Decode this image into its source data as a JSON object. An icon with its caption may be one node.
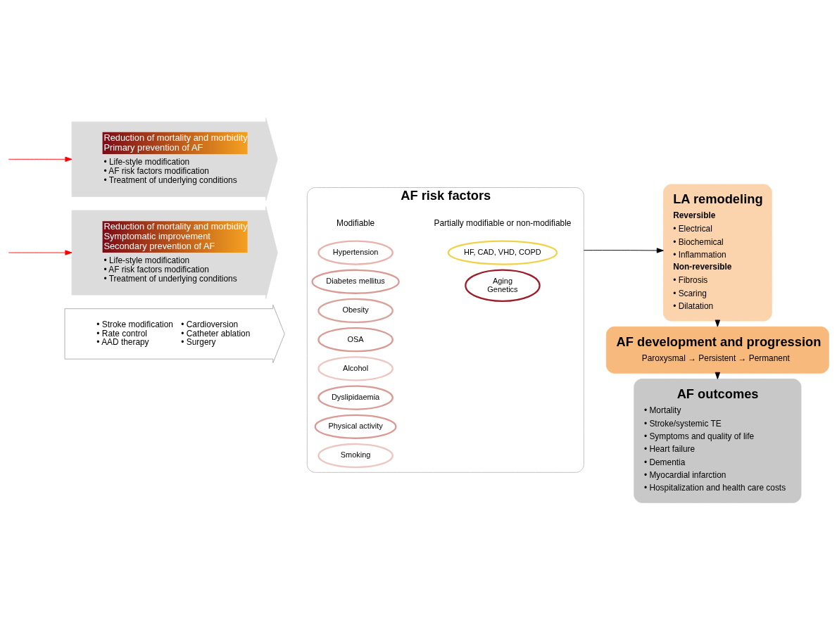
{
  "diagram": {
    "nodes": [
      {
        "text": [
          "AF risk factors"
        ]
      },
      {
        "text": [
          "Hypertension"
        ],
        "in": 0
      },
      {
        "text": [
          "Diabetes mellitus"
        ],
        "in": 0
      },
      {
        "text": [
          "Obesity"
        ],
        "in": 0
      },
      {
        "text": [
          "OSA"
        ],
        "in": 0
      },
      {
        "text": [
          "Alcohol"
        ],
        "in": 0
      },
      {
        "text": [
          "Dyslipidaemia"
        ],
        "in": 0
      },
      {
        "text": [
          "Physical activity"
        ],
        "in": 0
      },
      {
        "text": [
          "Smoking"
        ],
        "in": 0
      },
      {
        "text": [
          "HF, CAD, VHD, COPD"
        ],
        "in": 0
      },
      {
        "text": [
          "Aging",
          "Genetics"
        ],
        "in": 0
      },
      {
        "text": [
          "LA remodeling",
          "Reversible",
          "• Electrical",
          "• Biochemical",
          "• Inflammation",
          "Non-reversible",
          "• Fibrosis",
          "• Scaring",
          "• Dilatation"
        ]
      },
      {
        "text": [
          "AF development and progression",
          "Paroxysmal → Persistent → Permanent"
        ]
      },
      {
        "text": [
          "AF outcomes",
          "• Mortality",
          "• Stroke/systemic TE",
          "• Symptoms and quality of life",
          "• Heart failure",
          "• Dementia",
          "• Myocardial infarction",
          "• Hospitalization and health care costs"
        ]
      },
      {
        "text": [
          "Reduction of mortality and morbidity",
          "Primary prevention of AF",
          "• Life-style modification",
          "• AF risk factors modification",
          "• Treatment of underlying conditions"
        ]
      },
      {
        "text": [
          "Reduction of mortality and morbidity",
          "Symptomatic improvement",
          "Secondary prevention of AF",
          "• Life-style modification",
          "• AF risk factors modification",
          "• Treatment of underlying conditions"
        ]
      },
      {
        "text": [
          "• Stroke modification",
          "• Rate control",
          "• AAD therapy",
          "• Cardioversion",
          "• Catheter ablation",
          "• Surgery"
        ]
      }
    ],
    "edges": [
      {
        "from": 0,
        "to": 11,
        "arrow": "to",
        "color": "#000000"
      },
      {
        "from": 11,
        "to": 12,
        "arrow": "to",
        "color": "#000000"
      },
      {
        "from": 12,
        "to": 13,
        "arrow": "to",
        "color": "#000000"
      },
      {
        "from": null,
        "to": 14,
        "arrow": "to",
        "color": "#ff0000"
      },
      {
        "from": null,
        "to": 15,
        "arrow": "to",
        "color": "#ff0000"
      }
    ],
    "labels": [
      "Modifiable",
      "Partially modifiable or non-modifiable"
    ]
  }
}
